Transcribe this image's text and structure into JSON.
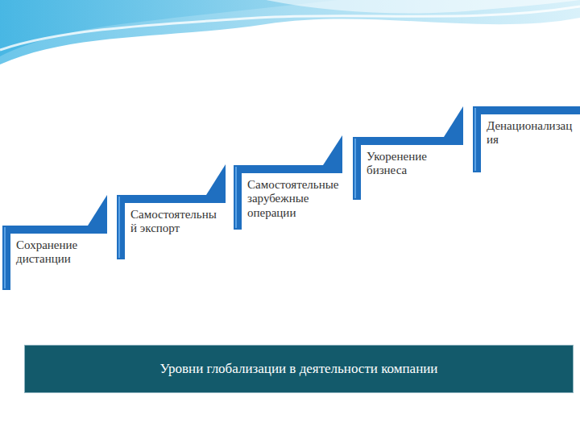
{
  "diagram": {
    "title": "Уровни глобализации в деятельности компании",
    "nodes": [
      {
        "text": [
          "Сохранение дистанции"
        ]
      },
      {
        "text": [
          "Самостоятельный экспорт"
        ]
      },
      {
        "text": [
          "Самостоятельные зарубежные операции"
        ]
      },
      {
        "text": [
          "Укоренение бизнеса"
        ]
      },
      {
        "text": [
          "Денационализация"
        ]
      }
    ]
  }
}
